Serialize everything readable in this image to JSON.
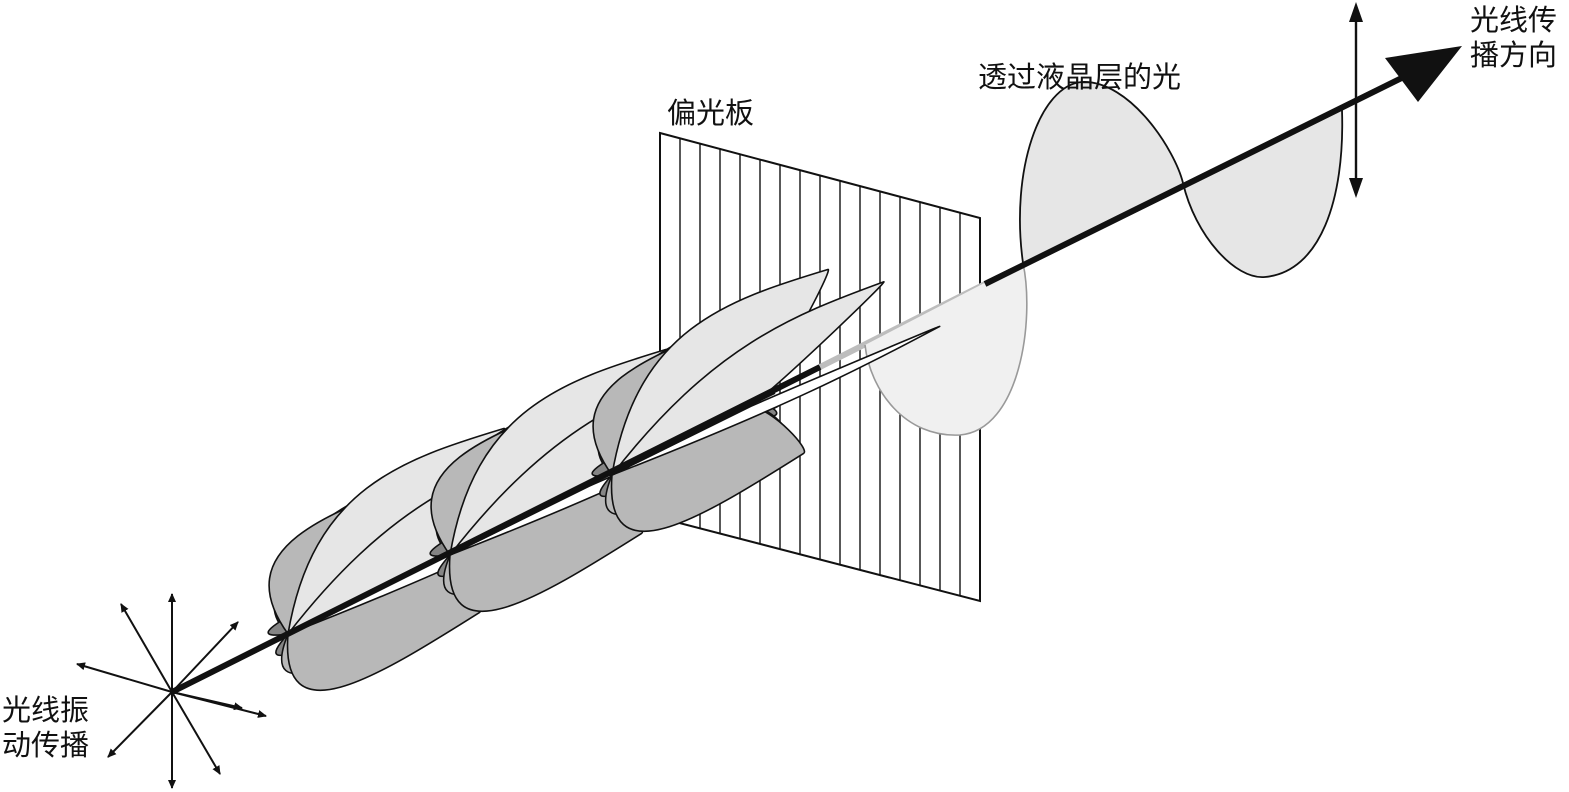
{
  "labels": {
    "source_line1": "光线振",
    "source_line2": "动传播",
    "polarizer": "偏光板",
    "transmitted": "透过液晶层的光",
    "direction_line1": "光线传",
    "direction_line2": "播方向"
  },
  "colors": {
    "background": "#ffffff",
    "ink": "#111111",
    "light_gray": "#e6e6e6",
    "mid_gray": "#b8b8b8",
    "dark_gray": "#858585",
    "darkest_gray": "#5a5a5a",
    "faded_beam": "#bdbdbd"
  },
  "icons": {
    "vibration": "arrow-star-icon",
    "direction": "arrow-head-icon"
  }
}
